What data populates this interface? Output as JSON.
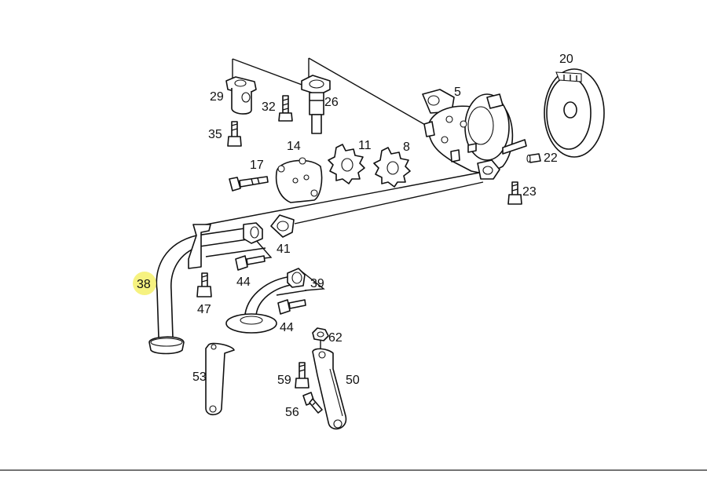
{
  "diagram": {
    "highlight_color": "#f4f06a",
    "line_color": "#111111",
    "background": "#ffffff",
    "parts": [
      {
        "id": "20",
        "label": "20"
      },
      {
        "id": "5",
        "label": "5"
      },
      {
        "id": "29",
        "label": "29"
      },
      {
        "id": "32",
        "label": "32"
      },
      {
        "id": "26",
        "label": "26"
      },
      {
        "id": "35",
        "label": "35"
      },
      {
        "id": "14",
        "label": "14"
      },
      {
        "id": "11",
        "label": "11"
      },
      {
        "id": "8",
        "label": "8"
      },
      {
        "id": "22",
        "label": "22"
      },
      {
        "id": "17",
        "label": "17"
      },
      {
        "id": "23",
        "label": "23"
      },
      {
        "id": "41",
        "label": "41"
      },
      {
        "id": "38",
        "label": "38",
        "highlighted": true
      },
      {
        "id": "44a",
        "label": "44"
      },
      {
        "id": "39",
        "label": "39"
      },
      {
        "id": "47",
        "label": "47"
      },
      {
        "id": "44b",
        "label": "44"
      },
      {
        "id": "62",
        "label": "62"
      },
      {
        "id": "53",
        "label": "53"
      },
      {
        "id": "59",
        "label": "59"
      },
      {
        "id": "50",
        "label": "50"
      },
      {
        "id": "56",
        "label": "56"
      }
    ]
  }
}
